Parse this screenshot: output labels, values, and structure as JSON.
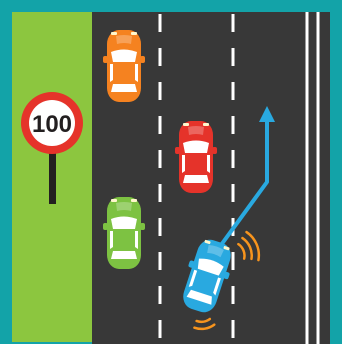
{
  "speed_sign": {
    "limit_text": "100"
  },
  "cars": [
    {
      "name": "orange-car",
      "color": "#f58220",
      "heading": "up"
    },
    {
      "name": "red-car",
      "color": "#e5332a",
      "heading": "up"
    },
    {
      "name": "green-car",
      "color": "#7dc242",
      "heading": "up"
    },
    {
      "name": "blue-car",
      "color": "#29a9e0",
      "heading": "up-right",
      "sensor_waves": true
    }
  ],
  "lane_change_arrow": {
    "color": "#29a9e0",
    "direction": "up"
  },
  "colors": {
    "frame": "#13a3a8",
    "grass": "#8cc63f",
    "road": "#383838",
    "lane_marking": "#ffffff",
    "sign_ring": "#e5332a",
    "sensor": "#f7941d"
  }
}
